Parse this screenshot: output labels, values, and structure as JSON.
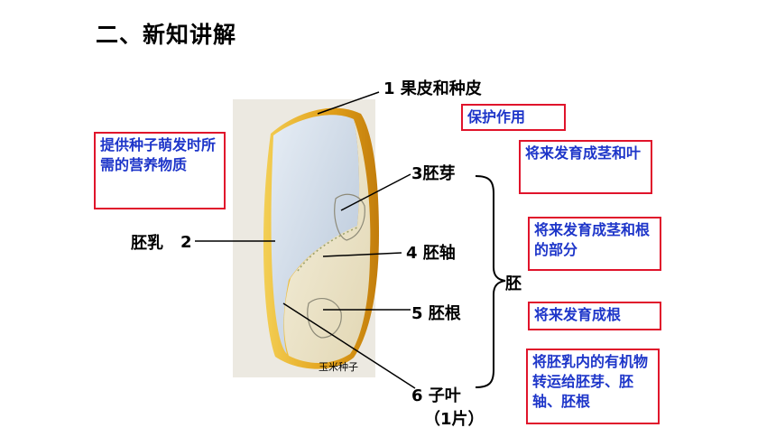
{
  "title": "二、新知讲解",
  "labels": {
    "pericarp": "1 果皮和种皮",
    "endosperm_name": "胚乳",
    "endosperm_num": "2",
    "plumule": "3胚芽",
    "hypocotyl": "4 胚轴",
    "radicle": "5 胚根",
    "cotyledon": "6 子叶",
    "cotyledon_count": "（1片）",
    "embryo": "胚",
    "seed_caption": "玉米种子"
  },
  "notes": {
    "protect": "保护作用",
    "endosperm_fn": "提供种子萌发时所需的营养物质",
    "plumule_fn": "将来发育成茎和叶",
    "hypocotyl_fn": "将来发育成茎和根的部分",
    "radicle_fn": "将来发育成根",
    "cotyledon_fn": "将胚乳内的有机物转运给胚芽、胚轴、胚根"
  },
  "colors": {
    "box_border": "#e0142b",
    "box_text": "#1d35c9",
    "endosperm_fill": "#c9d5e3",
    "embryo_fill": "#efe8cf",
    "hull": "#e2a419"
  }
}
